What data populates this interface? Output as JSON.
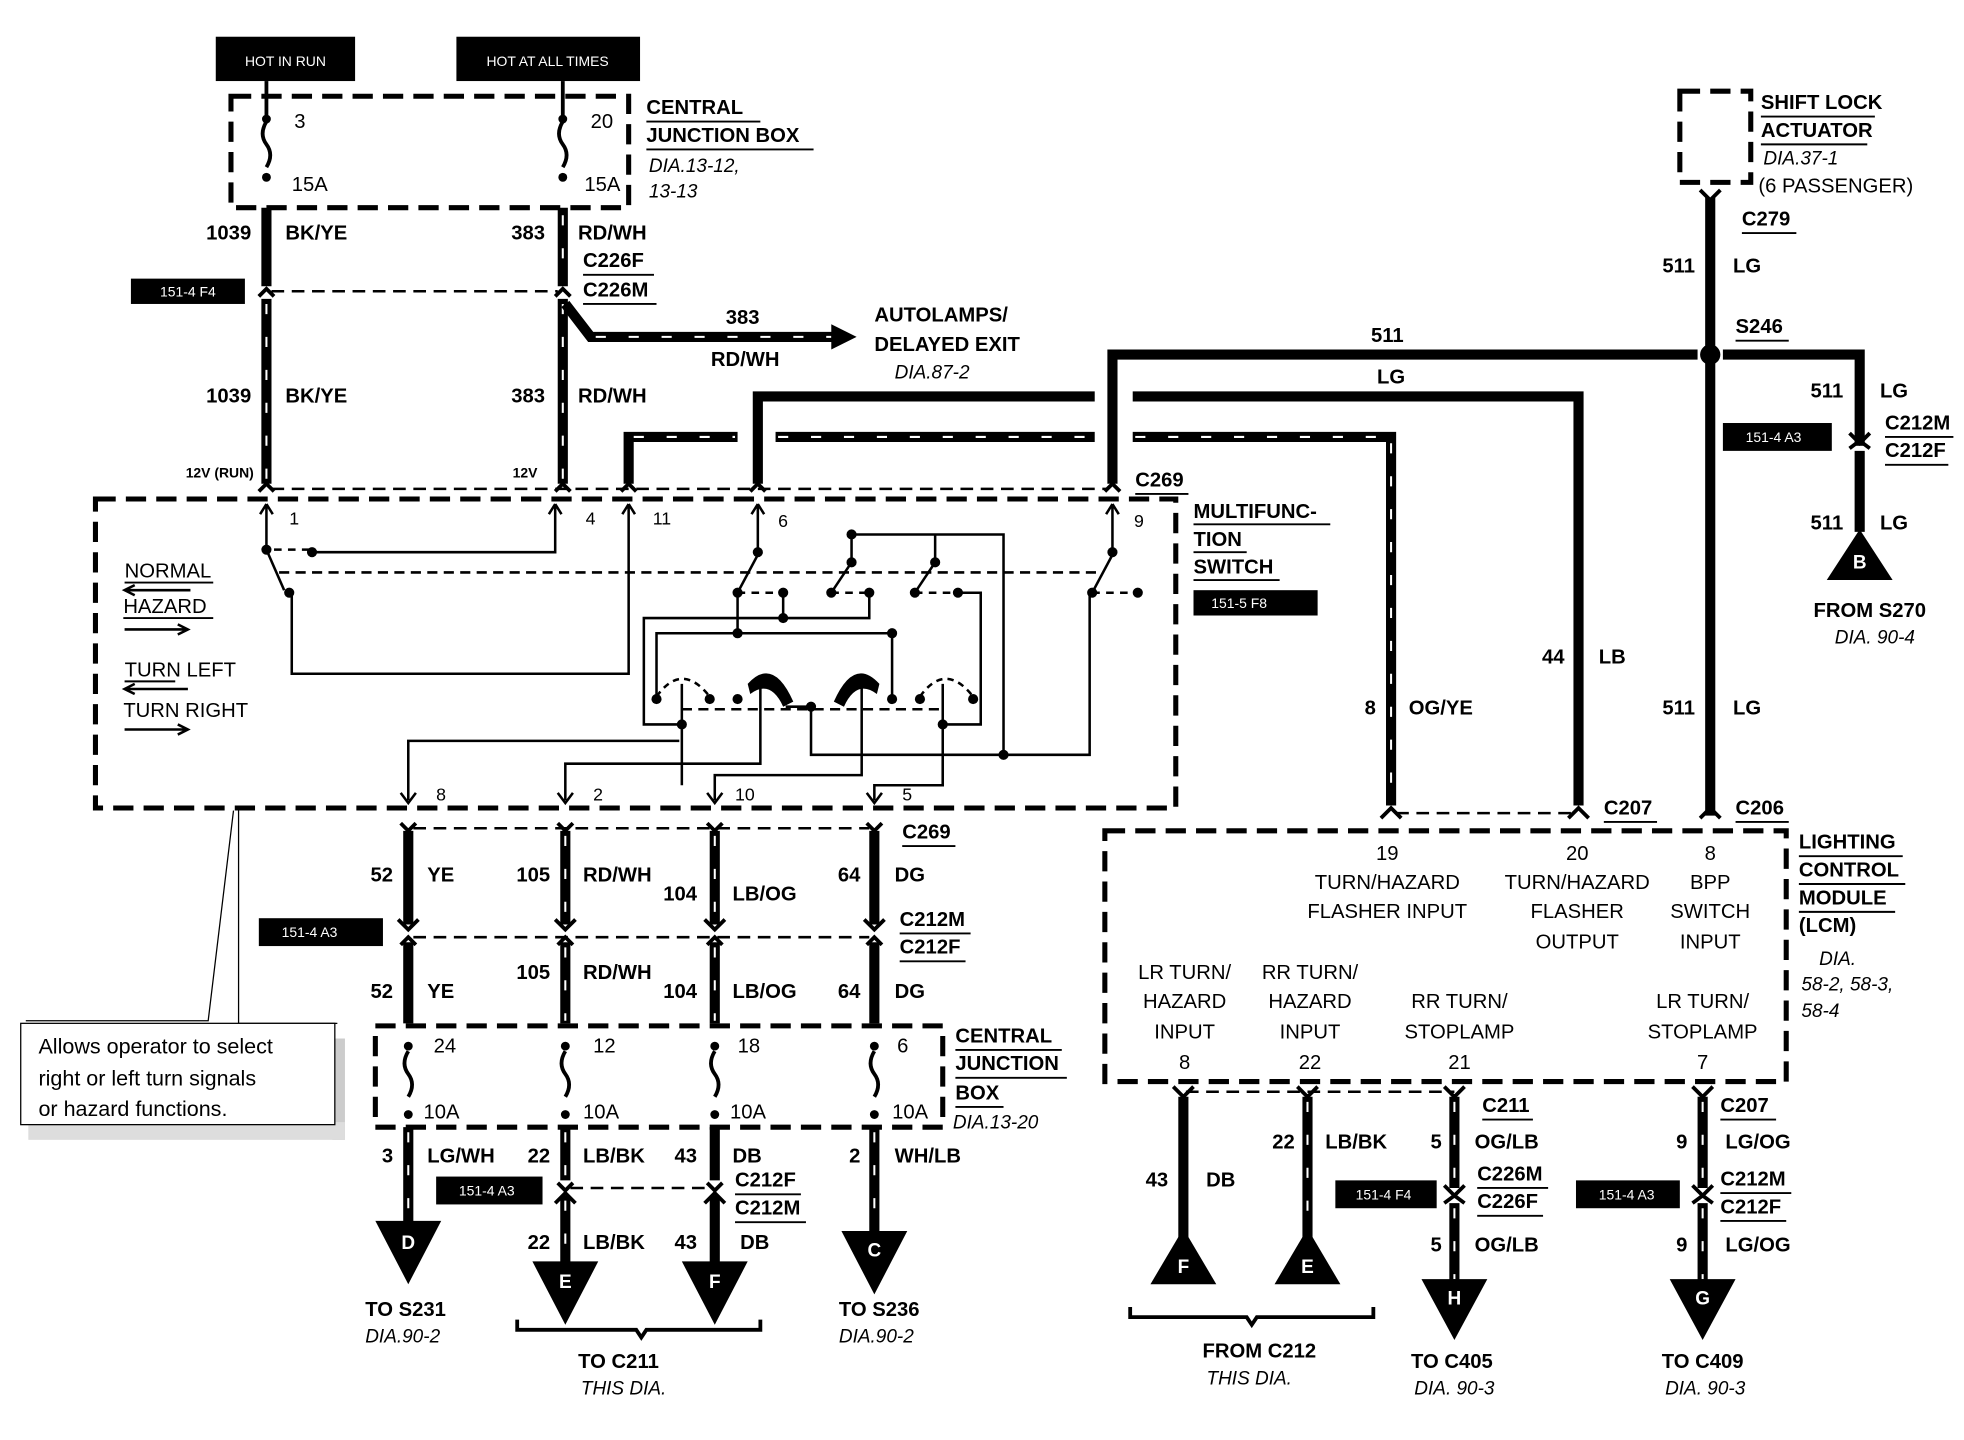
{
  "diagram": {
    "power_tags": [
      "HOT IN RUN",
      "HOT AT ALL TIMES"
    ],
    "central_junction_box_top": {
      "title_line1": "CENTRAL",
      "title_line2": "JUNCTION BOX",
      "ref_line1": "DIA.13-12,",
      "ref_line2": "13-13",
      "fuses": [
        {
          "cavity": "3",
          "rating": "15A"
        },
        {
          "cavity": "20",
          "rating": "15A"
        }
      ]
    },
    "wires_top": {
      "left": {
        "circuit": "1039",
        "color": "BK/YE"
      },
      "right": {
        "circuit": "383",
        "color": "RD/WH"
      },
      "connector_f": "C226F",
      "connector_m": "C226M",
      "locator": "151-4 F4",
      "voltage_left": "12V (RUN)",
      "voltage_right": "12V"
    },
    "autolamps": {
      "circuit": "383",
      "color": "RD/WH",
      "title_line1": "AUTOLAMPS/",
      "title_line2": "DELAYED EXIT",
      "ref": "DIA.87-2"
    },
    "mid_wires": {
      "w511": "511",
      "lg": "LG",
      "c269": "C269"
    },
    "multifunction_switch": {
      "title_line1": "MULTIFUNC-",
      "title_line2": "TION",
      "title_line3": "SWITCH",
      "locator": "151-5 F8",
      "pins_top": [
        "1",
        "4",
        "11",
        "6",
        "9"
      ],
      "pins_bottom": [
        "8",
        "2",
        "10",
        "5"
      ],
      "modes": [
        "NORMAL",
        "HAZARD",
        "TURN LEFT",
        "TURN RIGHT"
      ]
    },
    "callout": {
      "line1": "Allows operator to select",
      "line2": "right or left turn signals",
      "line3": "or hazard functions."
    },
    "lower_wires": [
      {
        "circuit": "52",
        "color": "YE"
      },
      {
        "circuit": "105",
        "color": "RD/WH"
      },
      {
        "circuit": "104",
        "color": "LB/OG"
      },
      {
        "circuit": "64",
        "color": "DG"
      }
    ],
    "lower_connectors": {
      "c269": "C269",
      "c212m": "C212M",
      "c212f": "C212F",
      "locator": "151-4 A3"
    },
    "central_junction_box_bottom": {
      "title_line1": "CENTRAL",
      "title_line2": "JUNCTION",
      "title_line3": "BOX",
      "ref": "DIA.13-20",
      "fuses": [
        {
          "cavity": "24",
          "rating": "10A"
        },
        {
          "cavity": "12",
          "rating": "10A"
        },
        {
          "cavity": "18",
          "rating": "10A"
        },
        {
          "cavity": "6",
          "rating": "10A"
        }
      ]
    },
    "bottom_wires": [
      {
        "circuit": "3",
        "color": "LG/WH"
      },
      {
        "circuit": "22",
        "color": "LB/BK"
      },
      {
        "circuit": "43",
        "color": "DB"
      },
      {
        "circuit": "2",
        "color": "WH/LB"
      }
    ],
    "bottom_connectors": {
      "c212f": "C212F",
      "c212m": "C212M",
      "locator": "151-4 A3",
      "e_circuit": "22",
      "e_color": "LB/BK",
      "f_circuit": "43",
      "f_color": "DB"
    },
    "bottom_destinations": {
      "d": {
        "letter": "D",
        "line1": "TO S231",
        "line2": "DIA.90-2"
      },
      "e": {
        "letter": "E"
      },
      "f": {
        "letter": "F"
      },
      "c": {
        "letter": "C",
        "line1": "TO S236",
        "line2": "DIA.90-2"
      },
      "group_line1": "TO C211",
      "group_line2": "THIS DIA."
    },
    "shift_lock": {
      "title_line1": "SHIFT LOCK",
      "title_line2": "ACTUATOR",
      "ref": "DIA.37-1",
      "note": "(6 PASSENGER)",
      "connector": "C279",
      "circuit": "511",
      "color": "LG",
      "splice": "S246"
    },
    "right_branch": {
      "circuit": "511",
      "color": "LG",
      "c212m": "C212M",
      "c212f": "C212F",
      "locator": "151-4 A3",
      "dest_letter": "B",
      "dest_line1": "FROM S270",
      "dest_line2": "DIA. 90-4"
    },
    "lcm_inputs": {
      "og_ye_circuit": "8",
      "og_ye_color": "OG/YE",
      "lb_circuit": "44",
      "lb_color": "LB",
      "lg_circuit": "511",
      "lg_color": "LG",
      "c207": "C207",
      "c206": "C206"
    },
    "lcm": {
      "title_line1": "LIGHTING",
      "title_line2": "CONTROL",
      "title_line3": "MODULE",
      "title_line4": "(LCM)",
      "ref_line1": "DIA.",
      "ref_line2": "58-2, 58-3,",
      "ref_line3": "58-4",
      "top_pins": [
        {
          "pin": "19",
          "line1": "TURN/HAZARD",
          "line2": "FLASHER INPUT",
          "line3": ""
        },
        {
          "pin": "20",
          "line1": "TURN/HAZARD",
          "line2": "FLASHER",
          "line3": "OUTPUT"
        },
        {
          "pin": "8",
          "line1": "BPP",
          "line2": "SWITCH",
          "line3": "INPUT"
        }
      ],
      "bottom_pins": [
        {
          "pin": "8",
          "line1": "LR TURN/",
          "line2": "HAZARD",
          "line3": "INPUT"
        },
        {
          "pin": "22",
          "line1": "RR TURN/",
          "line2": "HAZARD",
          "line3": "INPUT"
        },
        {
          "pin": "21",
          "line1": "RR TURN/",
          "line2": "STOPLAMP",
          "line3": ""
        },
        {
          "pin": "7",
          "line1": "LR TURN/",
          "line2": "STOPLAMP",
          "line3": ""
        }
      ]
    },
    "lcm_outputs": {
      "db": {
        "circuit": "43",
        "color": "DB",
        "letter": "F"
      },
      "lbbk": {
        "circuit": "22",
        "color": "LB/BK",
        "letter": "E"
      },
      "oglb": {
        "circuit": "5",
        "color": "OG/LB",
        "c211": "C211",
        "c226m": "C226M",
        "c226f": "C226F",
        "locator": "151-4 F4",
        "letter": "H",
        "line1": "TO C405",
        "line2": "DIA. 90-3"
      },
      "lgog": {
        "circuit": "9",
        "color": "LG/OG",
        "c207": "C207",
        "c212m": "C212M",
        "c212f": "C212F",
        "locator": "151-4 A3",
        "letter": "G",
        "line1": "TO C409",
        "line2": "DIA. 90-3"
      },
      "group_line1": "FROM C212",
      "group_line2": "THIS DIA."
    }
  }
}
